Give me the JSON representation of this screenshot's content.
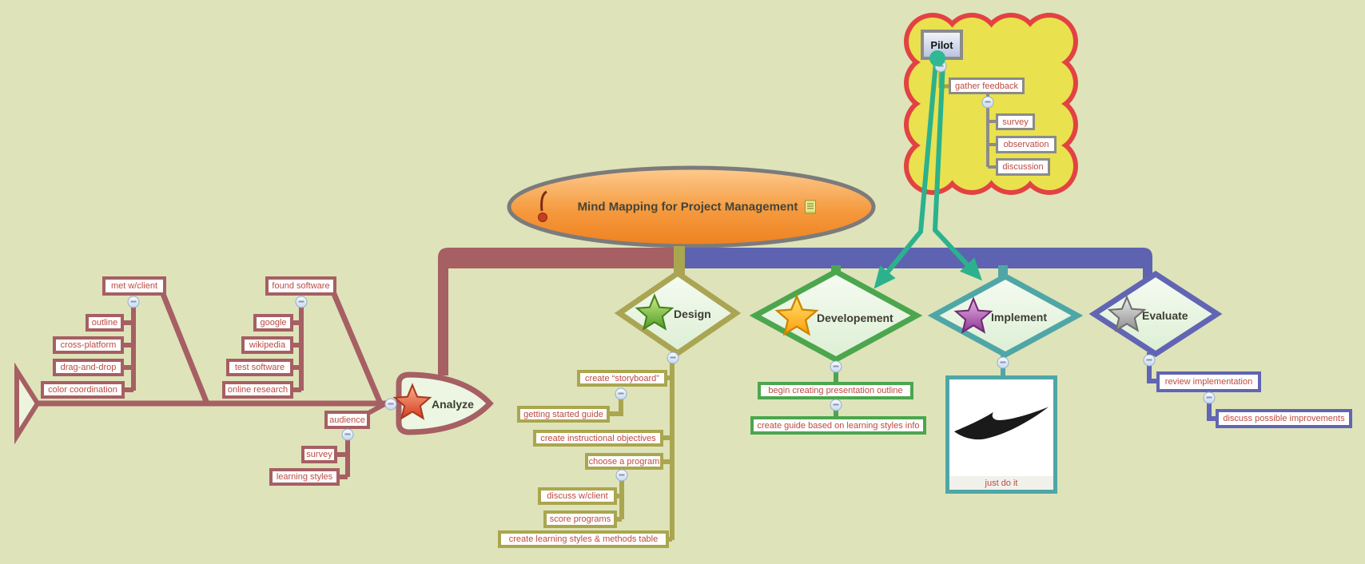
{
  "root": {
    "title": "Mind Mapping for Project Management"
  },
  "pilot": {
    "label": "Pilot",
    "children": [
      {
        "label": "gather feedback",
        "children": [
          "survey",
          "observation",
          "discussion"
        ]
      }
    ]
  },
  "analyze": {
    "label": "Analyze",
    "groups": [
      {
        "label": "met w/client",
        "children": [
          "outline",
          "cross-platform",
          "drag-and-drop",
          "color coordination"
        ]
      },
      {
        "label": "found software",
        "children": [
          "google",
          "wikipedia",
          "test software",
          "online research"
        ]
      },
      {
        "label": "audience",
        "children": [
          "survey",
          "learning styles"
        ]
      }
    ]
  },
  "design": {
    "label": "Design",
    "children": [
      {
        "label": "create “storyboard”",
        "children": [
          "getting started guide"
        ]
      },
      {
        "label": "create instructional objectives"
      },
      {
        "label": "choose a program",
        "children": [
          "discuss w/client",
          "score programs"
        ]
      },
      {
        "label": "create learning styles & methods table"
      }
    ]
  },
  "developement": {
    "label": "Developement",
    "children": [
      "begin creating presentation outline",
      "create guide based on learning styles info"
    ]
  },
  "implement": {
    "label": "Implement",
    "image_caption": "just do it"
  },
  "evaluate": {
    "label": "Evaluate",
    "children": [
      "review implementation",
      "discuss possible improvements"
    ]
  },
  "colors": {
    "background": "#dee3ba",
    "analyze_branch": "#a65f63",
    "design_branch": "#aaa64f",
    "developement_branch": "#4ba64e",
    "implement_branch": "#4fa6a6",
    "evaluate_branch": "#6165b3",
    "main_bar_blue": "#5d63b0",
    "cloud_fill": "#e9e14e",
    "cloud_border": "#e34242",
    "link_arrow_teal": "#2bb28d",
    "node_text_red": "#bc4a41",
    "root_oval_top": "#fbc37c",
    "root_oval_bottom": "#ef8220"
  }
}
